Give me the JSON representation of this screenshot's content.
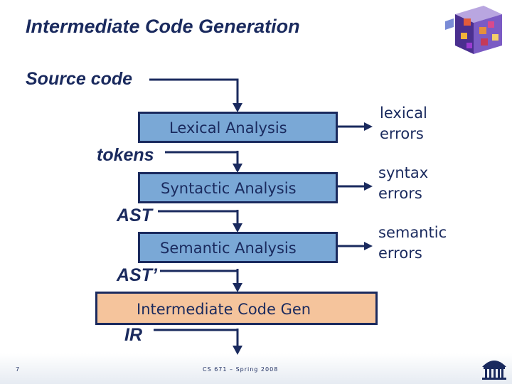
{
  "title": "Intermediate Code Generation",
  "labels": {
    "source_code": "Source code",
    "tokens": "tokens",
    "ast": "AST",
    "ast_prime": "AST’",
    "ir": "IR"
  },
  "boxes": {
    "lexical": "Lexical Analysis",
    "syntactic": "Syntactic Analysis",
    "semantic": "Semantic Analysis",
    "intermediate": "Intermediate Code Gen"
  },
  "errors": {
    "lexical": [
      "lexical",
      "errors"
    ],
    "syntax": [
      "syntax",
      "errors"
    ],
    "semantic": [
      "semantic",
      "errors"
    ]
  },
  "footer": {
    "page": "7",
    "course": "CS 671 – Spring 2008"
  },
  "colors": {
    "navy": "#1a2a5e",
    "box_blue": "#7aa8d6",
    "box_orange": "#f5c49c"
  },
  "icons": [
    "cube-logo-icon",
    "university-logo-icon"
  ]
}
